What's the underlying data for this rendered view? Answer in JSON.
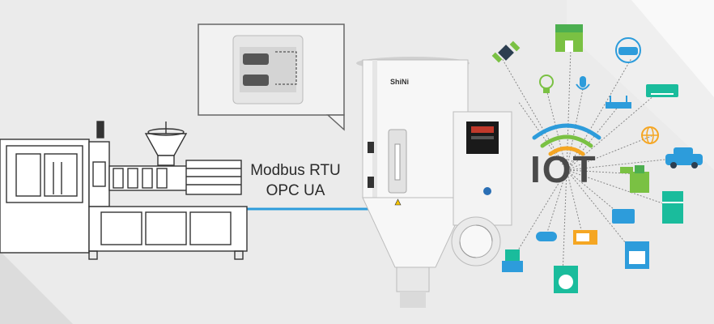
{
  "protocols": {
    "line1": "Modbus RTU",
    "line2": "OPC UA"
  },
  "iot": {
    "label": "IOT",
    "hub_icons": [
      "satellite-icon",
      "shop-icon",
      "vr-headset-icon",
      "lightbulb-icon",
      "microphone-icon",
      "router-icon",
      "air-conditioner-icon",
      "globe-icon",
      "car-icon",
      "battery-icon",
      "juicer-icon",
      "refrigerator-icon",
      "card-icon",
      "gamepad-icon",
      "microwave-icon",
      "mixer-icon",
      "washing-machine-icon",
      "oven-icon"
    ]
  },
  "colors": {
    "accent_blue": "#2d9cdb",
    "accent_green": "#7ac143",
    "accent_orange": "#f5a623",
    "background": "#ebebeb"
  }
}
